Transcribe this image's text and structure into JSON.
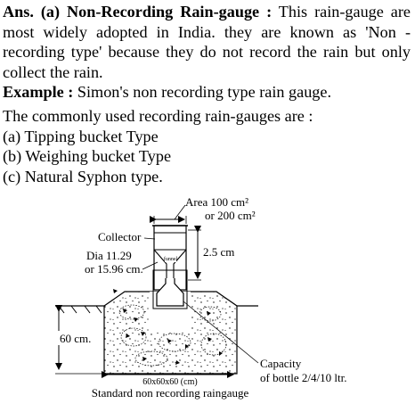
{
  "answer": {
    "prefix": "Ans. (a) Non-Recording Rain-gauge :",
    "body": "This rain-gauge are most widely adopted in India. they are known as 'Non - recording type' because they do not record the rain but only collect the rain."
  },
  "example": {
    "label": "Example :",
    "text": "Simon's non recording type rain gauge."
  },
  "list_intro": "The commonly used recording rain-gauges are :",
  "list_items": [
    "(a) Tipping bucket Type",
    "(b) Weighing bucket Type",
    "(c) Natural Syphon type."
  ],
  "diagram": {
    "area_label_1": "Area 100 cm²",
    "area_label_2": "or 200 cm²",
    "collector_label": "Collector",
    "height_label": "2.5 cm",
    "dia_label_1": "Dia 11.29",
    "dia_label_2": "or 15.96 cm.",
    "funnel_label": "funnel",
    "depth_label": "60 cm.",
    "capacity_label_1": "Capacity",
    "capacity_label_2": "of bottle 2/4/10 ltr.",
    "size_label": "60x60x60 (cm)",
    "caption": "Standard non recording raingauge"
  }
}
